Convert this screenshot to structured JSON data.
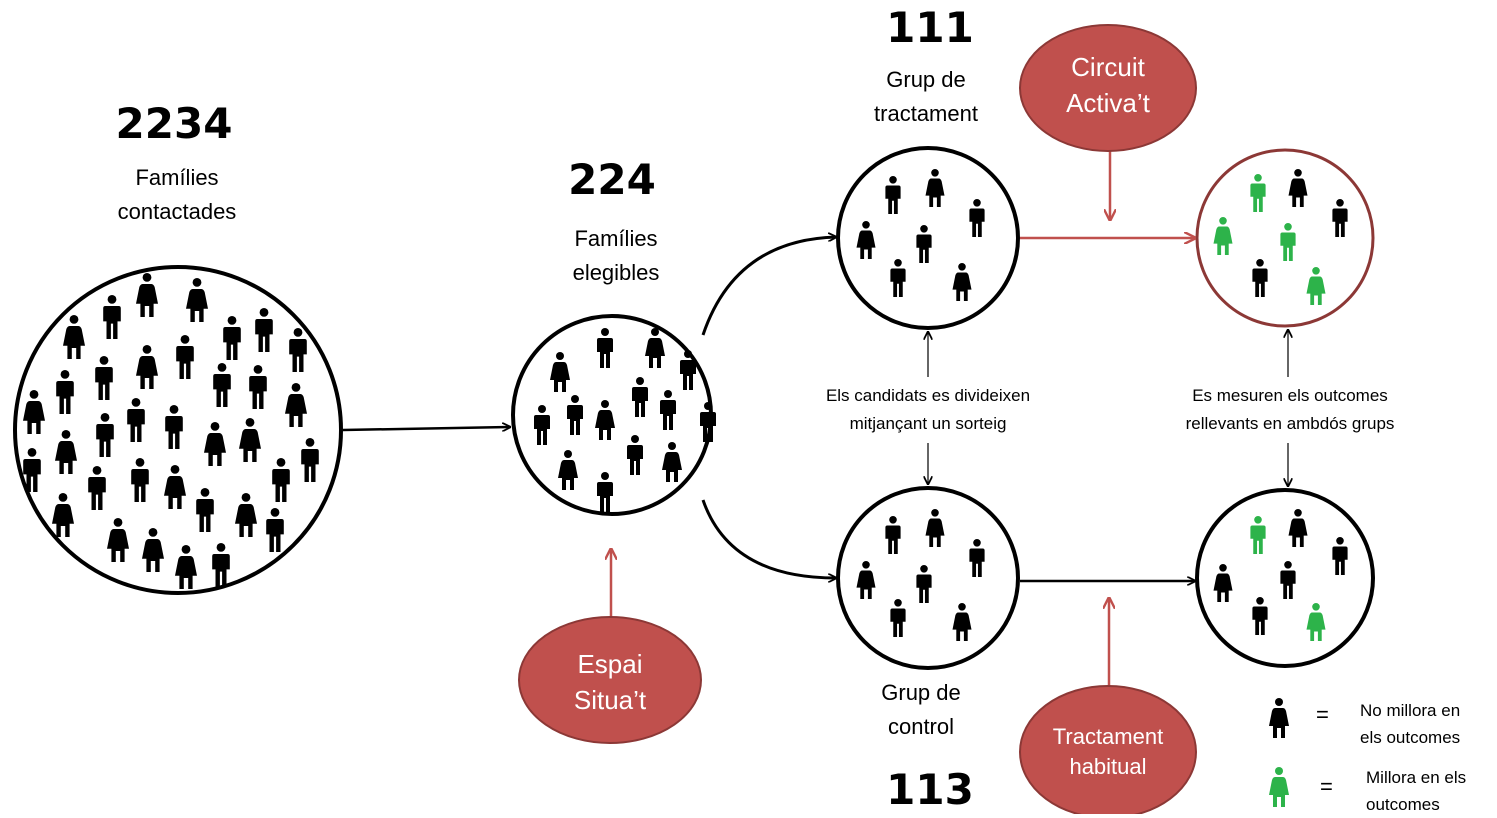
{
  "colors": {
    "no_improvement": "#000000",
    "improvement": "#2db34a",
    "intervention_fill": "#c0504d",
    "intervention_stroke": "#8c3836",
    "intervention_arrow": "#c0504d",
    "circle_stroke": "#000000"
  },
  "stages": {
    "contacted": {
      "count": "2234",
      "label_line1": "Famílies",
      "label_line2": "contactades"
    },
    "eligible": {
      "count": "224",
      "label_line1": "Famílies",
      "label_line2": "elegibles"
    },
    "treatment": {
      "count": "111",
      "label_line1": "Grup de",
      "label_line2": "tractament"
    },
    "control": {
      "count": "113",
      "label_line1": "Grup de",
      "label_line2": "control"
    }
  },
  "interventions": {
    "circuit": {
      "line1": "Circuit",
      "line2": "Activa’t"
    },
    "espai": {
      "line1": "Espai",
      "line2": "Situa’t"
    },
    "habitual": {
      "line1": "Tractament",
      "line2": "habitual"
    }
  },
  "notes": {
    "randomization": {
      "line1": "Els candidats es divideixen",
      "line2": "mitjançant un sorteig"
    },
    "measurement": {
      "line1": "Es mesuren els outcomes",
      "line2": "rellevants en ambdós grups"
    }
  },
  "legend": {
    "no_improvement": {
      "equals": "=",
      "line1": "No millora en",
      "line2": "els outcomes",
      "icon": "person-icon"
    },
    "improvement": {
      "equals": "=",
      "line1": "Millora en els",
      "line2": "outcomes",
      "icon": "person-icon"
    }
  }
}
